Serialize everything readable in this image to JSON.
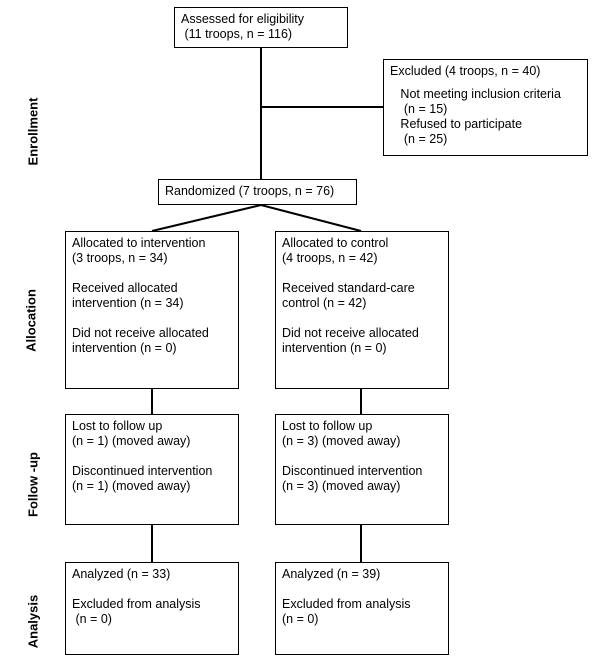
{
  "stages": {
    "enrollment": "Enrollment",
    "allocation": "Allocation",
    "followup": "Follow -up",
    "analysis": "Analysis"
  },
  "assessed": {
    "line1": "Assessed for eligibility",
    "line2": " (11 troops, n = 116)"
  },
  "excluded": {
    "line1": "Excluded (4 troops, n = 40)",
    "line2": "   Not meeting inclusion criteria",
    "line3": "    (n = 15)",
    "line4": "   Refused to participate",
    "line5": "    (n = 25)"
  },
  "randomized": {
    "label": "Randomized (7 troops, n = 76)"
  },
  "intervention": {
    "allocation": {
      "l1": "Allocated to intervention",
      "l2": "(3 troops, n = 34)",
      "l3": "Received allocated",
      "l4": "intervention (n = 34)",
      "l5": "Did not receive allocated",
      "l6": "intervention (n = 0)"
    },
    "followup": {
      "l1": "Lost to follow up",
      "l2": "(n = 1) (moved away)",
      "l3": "Discontinued intervention",
      "l4": "(n = 1) (moved away)"
    },
    "analysis": {
      "l1": "Analyzed (n = 33)",
      "l2": "Excluded from analysis",
      "l3": " (n = 0)"
    }
  },
  "control": {
    "allocation": {
      "l1": "Allocated to control",
      "l2": "(4 troops, n = 42)",
      "l3": "Received standard-care",
      "l4": "control (n = 42)",
      "l5": "Did not receive allocated",
      "l6": "intervention (n = 0)"
    },
    "followup": {
      "l1": "Lost to follow up",
      "l2": "(n = 3) (moved away)",
      "l3": "Discontinued intervention",
      "l4": "(n = 3) (moved away)"
    },
    "analysis": {
      "l1": "Analyzed (n = 39)",
      "l2": "Excluded from analysis",
      "l3": "(n = 0)"
    }
  }
}
